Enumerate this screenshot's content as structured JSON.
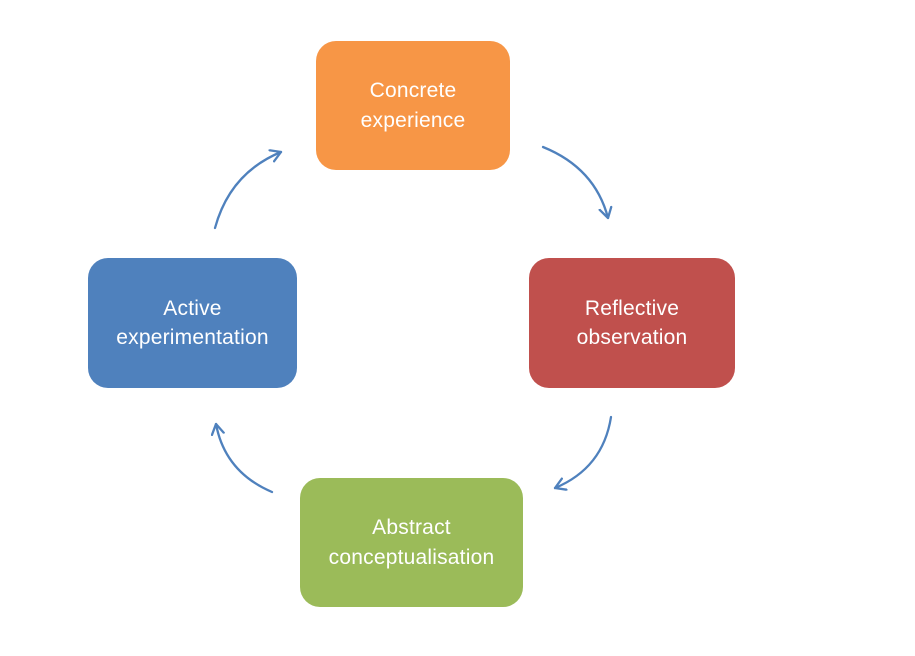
{
  "diagram": {
    "type": "cycle",
    "arrow_color": "#4f81bd",
    "text_color": "#ffffff",
    "background_color": "#ffffff",
    "nodes": [
      {
        "id": "concrete-experience",
        "label": "Concrete\nexperience",
        "color": "#f79646"
      },
      {
        "id": "reflective-observation",
        "label": "Reflective\nobservation",
        "color": "#c0504d"
      },
      {
        "id": "abstract-conceptualisation",
        "label": "Abstract\nconceptualisation",
        "color": "#9bbb59"
      },
      {
        "id": "active-experimentation",
        "label": "Active\nexperimentation",
        "color": "#4f81bd"
      }
    ],
    "edges": [
      {
        "from": "concrete-experience",
        "to": "reflective-observation"
      },
      {
        "from": "reflective-observation",
        "to": "abstract-conceptualisation"
      },
      {
        "from": "abstract-conceptualisation",
        "to": "active-experimentation"
      },
      {
        "from": "active-experimentation",
        "to": "concrete-experience"
      }
    ]
  }
}
